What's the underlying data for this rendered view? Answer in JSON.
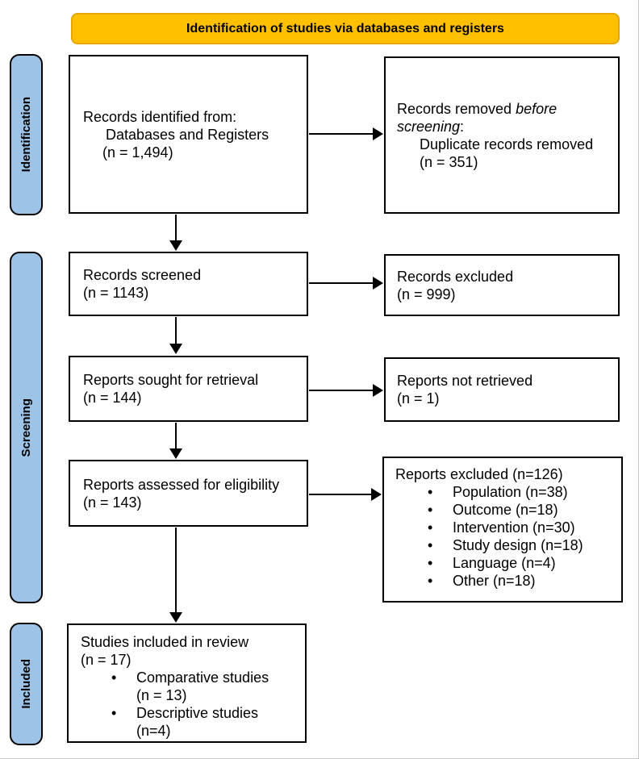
{
  "banner": {
    "label": "Identification of studies via databases and registers"
  },
  "stages": {
    "identification": "Identification",
    "screening": "Screening",
    "included": "Included"
  },
  "boxes": {
    "records_identified": {
      "line1": "Records identified from:",
      "line2": "Databases and Registers",
      "line3": "(n = 1,494)"
    },
    "records_removed": {
      "line1_prefix": "Records removed ",
      "line1_italic": "before screening",
      "line1_suffix": ":",
      "line2": "Duplicate records removed",
      "line3": "(n = 351)"
    },
    "records_screened": {
      "line1": "Records screened",
      "line2": "(n = 1143)"
    },
    "records_excluded": {
      "line1": "Records excluded",
      "line2": "(n = 999)"
    },
    "reports_sought": {
      "line1": "Reports sought for retrieval",
      "line2": "(n = 144)"
    },
    "reports_not_retrieved": {
      "line1": "Reports not retrieved",
      "line2": "(n = 1)"
    },
    "reports_assessed": {
      "line1": "Reports assessed for eligibility",
      "line2": "(n = 143)"
    },
    "reports_excluded": {
      "title": "Reports excluded (n=126)",
      "items": [
        "Population (n=38)",
        "Outcome (n=18)",
        "Intervention (n=30)",
        "Study design (n=18)",
        "Language (n=4)",
        "Other (n=18)"
      ]
    },
    "studies_included": {
      "line1": "Studies included in review",
      "line2": "(n = 17)",
      "items": [
        {
          "name": "Comparative studies",
          "count": "(n = 13)"
        },
        {
          "name": "Descriptive studies",
          "count": "(n=4)"
        }
      ]
    }
  },
  "colors": {
    "banner_fill": "#FFC000",
    "banner_border": "#E7A500",
    "stage_fill": "#9DC3E6",
    "box_border": "#000000",
    "background": "#FFFFFF"
  }
}
